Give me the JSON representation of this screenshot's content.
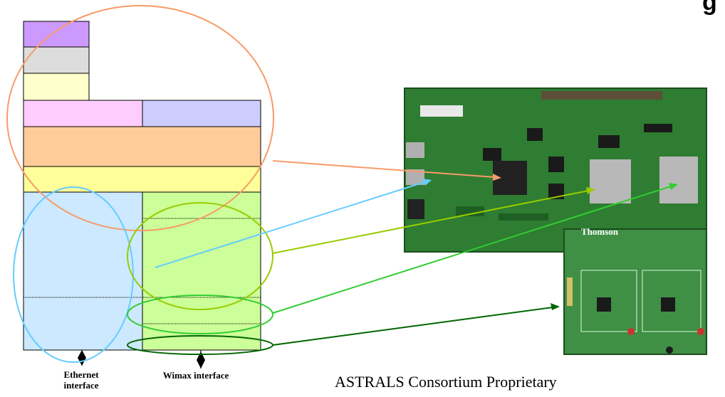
{
  "labels": {
    "ethernet_interface": "Ethernet\ninterface",
    "wimax_interface": "Wimax interface",
    "board_brand": "Thomson",
    "footer": "ASTRALS Consortium Proprietary",
    "corner_glyph": "g"
  },
  "colors": {
    "block_purple": "#cc99ff",
    "block_gray": "#dddddd",
    "block_light_yellow": "#ffffcc",
    "block_pink": "#ffccff",
    "block_lavender": "#ccccff",
    "block_orange": "#ffcc99",
    "block_yellow": "#ffff99",
    "block_light_blue": "#cce9ff",
    "block_light_green": "#ccff99",
    "ellipse_orange": "#f79b6a",
    "ellipse_blue": "#66ccff",
    "ellipse_olive": "#99cc00",
    "ellipse_green": "#33cc33",
    "ellipse_dark_green": "#006600",
    "board_green": "#2e7d32"
  }
}
